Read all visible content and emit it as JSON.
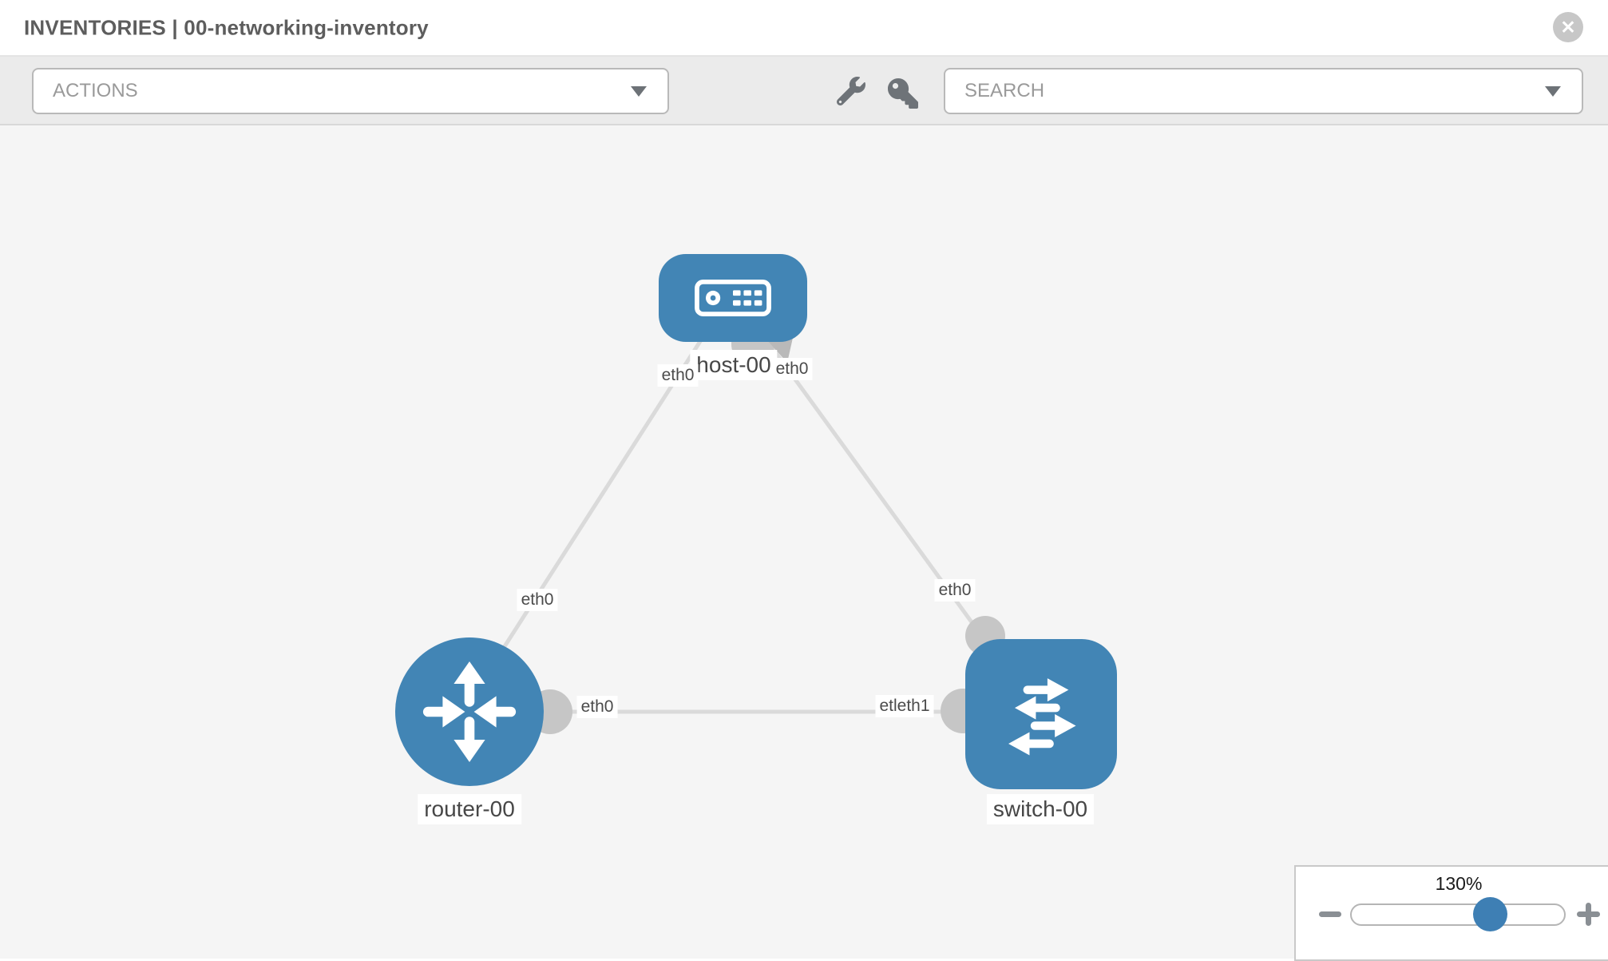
{
  "header": {
    "title": "INVENTORIES | 00-networking-inventory",
    "close_glyph": "✕",
    "close_icon": "close-icon"
  },
  "toolbar": {
    "actions_dropdown": {
      "label": "ACTIONS",
      "icon": "chevron-down-icon"
    },
    "wrench_icon": "wrench-icon",
    "key_icon": "key-icon",
    "search_dropdown": {
      "placeholder": "SEARCH",
      "icon": "chevron-down-icon"
    }
  },
  "topology": {
    "nodes": [
      {
        "label": "host-00",
        "type": "host",
        "icon": "host-icon"
      },
      {
        "label": "router-00",
        "type": "router",
        "icon": "router-icon"
      },
      {
        "label": "switch-00",
        "type": "switch",
        "icon": "switch-icon"
      }
    ],
    "links": [
      {
        "from": "host-00",
        "to": "router-00",
        "from_interface": "eth0",
        "to_interface": "eth0"
      },
      {
        "from": "host-00",
        "to": "switch-00",
        "from_interface": "eth0",
        "to_interface": "eth0"
      },
      {
        "from": "router-00",
        "to": "switch-00",
        "from_interface": "eth0",
        "to_interface": "etleth1"
      }
    ],
    "interface_labels": [
      {
        "text": "eth0"
      },
      {
        "text": "eth0"
      },
      {
        "text": "eth0"
      },
      {
        "text": "eth0"
      },
      {
        "text": "eth0"
      },
      {
        "text": "etleth1"
      }
    ]
  },
  "zoom_control": {
    "value": "130%",
    "percent": 64,
    "zoom_out_icon": "minus-icon",
    "zoom_in_icon": "plus-icon"
  },
  "colors": {
    "node_blue": "#4285b5",
    "slider_thumb_blue": "#3e7fb4",
    "link_gray": "#dadada",
    "port_gray": "#c6c6c6",
    "canvas_bg": "#f5f5f5",
    "toolbar_bg": "#ebebeb"
  }
}
